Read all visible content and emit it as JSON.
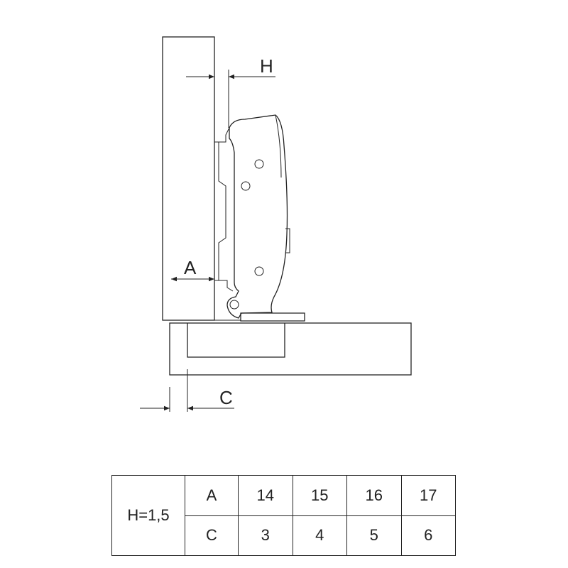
{
  "labels": {
    "H": "H",
    "A": "A",
    "C": "C"
  },
  "table": {
    "h_label": "H=1,5",
    "rows": [
      {
        "param": "A",
        "values": [
          "14",
          "15",
          "16",
          "17"
        ]
      },
      {
        "param": "C",
        "values": [
          "3",
          "4",
          "5",
          "6"
        ]
      }
    ]
  }
}
